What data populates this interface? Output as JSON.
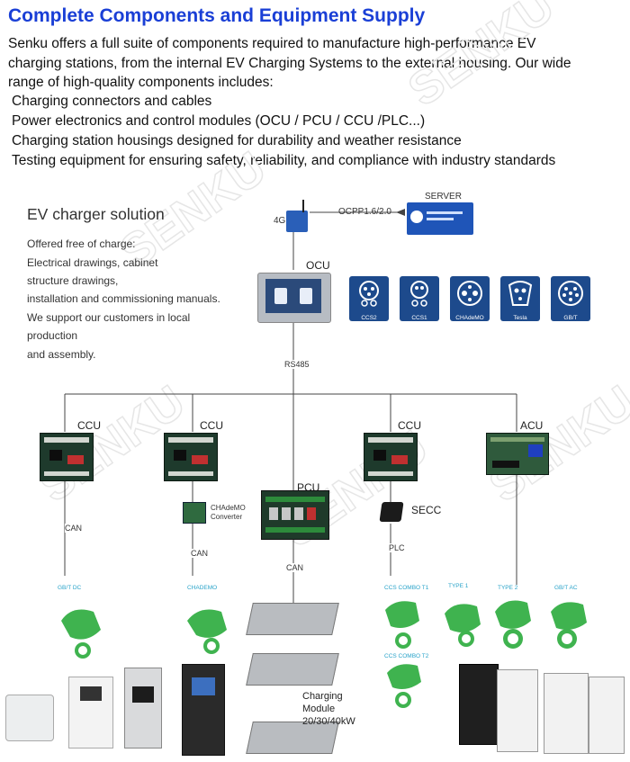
{
  "header": {
    "title": "Complete Components and Equipment Supply",
    "intro_lines": [
      "Senku offers a full suite of components required to manufacture high-performance EV",
      "charging stations, from the internal EV Charging Systems to the external housing. Our wide",
      "range of high-quality components includes:"
    ],
    "bullets": [
      "Charging connectors and cables",
      "Power electronics and control modules (OCU / PCU / CCU /PLC...)",
      "Charging station housings designed for durability and weather resistance",
      "Testing equipment for ensuring safety, reliability, and compliance with industry standards"
    ]
  },
  "solution": {
    "title": "EV charger solution",
    "lines": [
      "Offered free of charge:",
      "Electrical drawings, cabinet",
      "structure drawings,",
      "installation and commissioning manuals.",
      "We support our customers in local",
      "production",
      "and assembly."
    ]
  },
  "diagram": {
    "server": "SERVER",
    "ocpp": "OCPP1.6/2.0",
    "net_4g": "4G",
    "ocu": "OCU",
    "rs485": "RS485",
    "ccu1": "CCU",
    "ccu2": "CCU",
    "ccu3": "CCU",
    "acu": "ACU",
    "pcu": "PCU",
    "chademo_conv": [
      "CHAdeMO",
      "Converter"
    ],
    "secc": "SECC",
    "can1": "CAN",
    "can2": "CAN",
    "can3": "CAN",
    "plc": "PLC",
    "charging_module": [
      "Charging",
      "Module",
      "20/30/40kW"
    ]
  },
  "connectors": [
    "CCS2",
    "CCS1",
    "CHAdeMO",
    "Tesla",
    "GB/T"
  ],
  "plug_tags": {
    "gbt_dc": "GB/T DC",
    "chademo": "CHADEMO",
    "ccs_t1": "CCS COMBO T1",
    "ccs_t2": "CCS COMBO T2",
    "type1": "TYPE 1",
    "type2": "TYPE 2",
    "gbt_ac": "GB/T AC"
  },
  "watermark": "SENKU",
  "colors": {
    "heading": "#1a3fd6",
    "connector_tile": "#1d4a8c",
    "plug_green": "#3fb34f",
    "tag_blue": "#29a3c9"
  }
}
